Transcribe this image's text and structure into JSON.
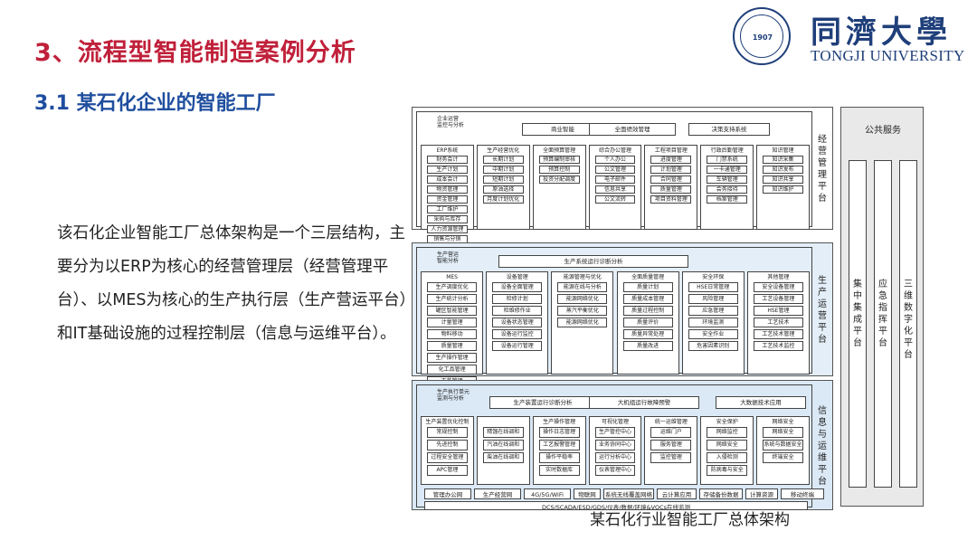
{
  "slide": {
    "title": "3、流程型智能制造案例分析",
    "subtitle": "3.1 某石化企业的智能工厂",
    "paragraph": "该石化企业智能工厂总体架构是一个三层结构，主要分为以ERP为核心的经营管理层（经营管理平台）、以MES为核心的生产执行层（生产营运平台）和IT基础设施的过程控制层（信息与运维平台）。",
    "caption": "某石化行业智能工厂总体架构"
  },
  "logo": {
    "year": "1907",
    "cn": "同濟大學",
    "en": "TONGJI UNIVERSITY"
  },
  "diagram": {
    "top": {
      "label": "经营管理平台",
      "corner": "企业运营\n监控与分析",
      "bars": [
        "商业智能",
        "全面绩效管理",
        "决策支持系统"
      ],
      "modules": [
        {
          "title": "ERP系统",
          "items": [
            "财务会计",
            "生产计划",
            "成本会计",
            "物资管理",
            "资金管理",
            "工厂维护",
            "采购与库存",
            "人力资源管理",
            "销售与分销"
          ]
        },
        {
          "title": "生产经营优化",
          "items": [
            "长期计划",
            "中期计划",
            "短期计划",
            "原油选择",
            "月度计划优化"
          ]
        },
        {
          "title": "全面预算管理",
          "items": [
            "预算编制审核",
            "预算控制",
            "投资分配调度"
          ]
        },
        {
          "title": "综合办公管理",
          "items": [
            "个人办公",
            "公文管理",
            "电子邮件",
            "信息共享",
            "公文流转"
          ]
        },
        {
          "title": "工程项目管理",
          "items": [
            "进度管理",
            "计划管理",
            "合同管理",
            "质量管理",
            "项目资料管理"
          ]
        },
        {
          "title": "行政后勤管理",
          "items": [
            "门禁系统",
            "一卡通管理",
            "车辆管理",
            "会务接待",
            "档案管理"
          ]
        },
        {
          "title": "知识管理",
          "items": [
            "知识采集",
            "知识发布",
            "知识共享",
            "知识维护"
          ]
        }
      ]
    },
    "middle": {
      "label": "生产运营平台",
      "corner": "生产营运\n智能分析",
      "bars": [
        "生产系统运行诊断分析"
      ],
      "modules": [
        {
          "title": "MES",
          "items": [
            "生产调度优化",
            "生产统计分析",
            "罐区智能管理",
            "计量管理",
            "物料移动",
            "质量管理",
            "生产操作管理",
            "化工品管理",
            "工艺管理"
          ]
        },
        {
          "title": "设备管理",
          "items": [
            "设备全面管理",
            "检修计划",
            "检维修作业",
            "设备状态管理",
            "设备运行监控",
            "设备运行管理"
          ]
        },
        {
          "title": "能源管理与优化",
          "items": [
            "能源在线与分析",
            "能源网络优化",
            "蒸汽平衡优化",
            "能源网络优化"
          ]
        },
        {
          "title": "全面质量管理",
          "items": [
            "质量计划",
            "质量成本管理",
            "质量过程控制",
            "质量评价",
            "质量异常处理",
            "质量改进"
          ]
        },
        {
          "title": "安全环保",
          "items": [
            "HSE日常管理",
            "风险管理",
            "应急管理",
            "环境监测",
            "安全作业",
            "危害因素识别"
          ]
        },
        {
          "title": "其他管理",
          "items": [
            "安全设备管理",
            "工艺设备管理",
            "HSE管理",
            "工艺技术",
            "工艺技术管理",
            "工艺技术监控"
          ]
        }
      ]
    },
    "bottom": {
      "label": "信息与运维平台",
      "corner": "生产执行单元\n监测与分析",
      "bars": [
        "生产装置运行诊断分析",
        "大机组运行故障预警",
        "大数据技术应用"
      ],
      "modules": [
        {
          "title": "生产装置优化控制",
          "items": [
            "常规控制",
            "先进控制",
            "过程安全管理",
            "APC管理"
          ]
        },
        {
          "title": "",
          "items": [
            "精馏在线调和",
            "汽油在线调和",
            "柴油在线调和"
          ]
        },
        {
          "title": "生产操作管理",
          "items": [
            "操作日志管理",
            "工艺报警管理",
            "操作平稳率",
            "实时数据库"
          ]
        },
        {
          "title": "可视化管理",
          "items": [
            "生产管控中心",
            "业务协同中心",
            "运行分析中心",
            "仪表管理中心"
          ]
        },
        {
          "title": "统一运维管理",
          "items": [
            "运维门户",
            "服务管理",
            "监控管理"
          ]
        },
        {
          "title": "安全保护",
          "items": [
            "网络监控",
            "网络安全",
            "入侵检测",
            "防病毒与安全"
          ]
        },
        {
          "title": "网络安全",
          "items": [
            "网络安全",
            "系统与数据安全",
            "终端安全"
          ]
        }
      ],
      "bottom_row": [
        "管理办公网",
        "生产经营网",
        "4G/5G/WiFi",
        "物联网",
        "系统无线覆盖网络",
        "云计算应用",
        "存储备份数据",
        "计算资源",
        "移动终端"
      ],
      "base": "DCS/SCADA/ESD/GDS/仪表/数据/环境&VOCs在线监测"
    },
    "right": {
      "header": "公共服务",
      "columns": [
        "集中集成平台",
        "应急指挥平台",
        "三维数字化平台"
      ]
    }
  }
}
